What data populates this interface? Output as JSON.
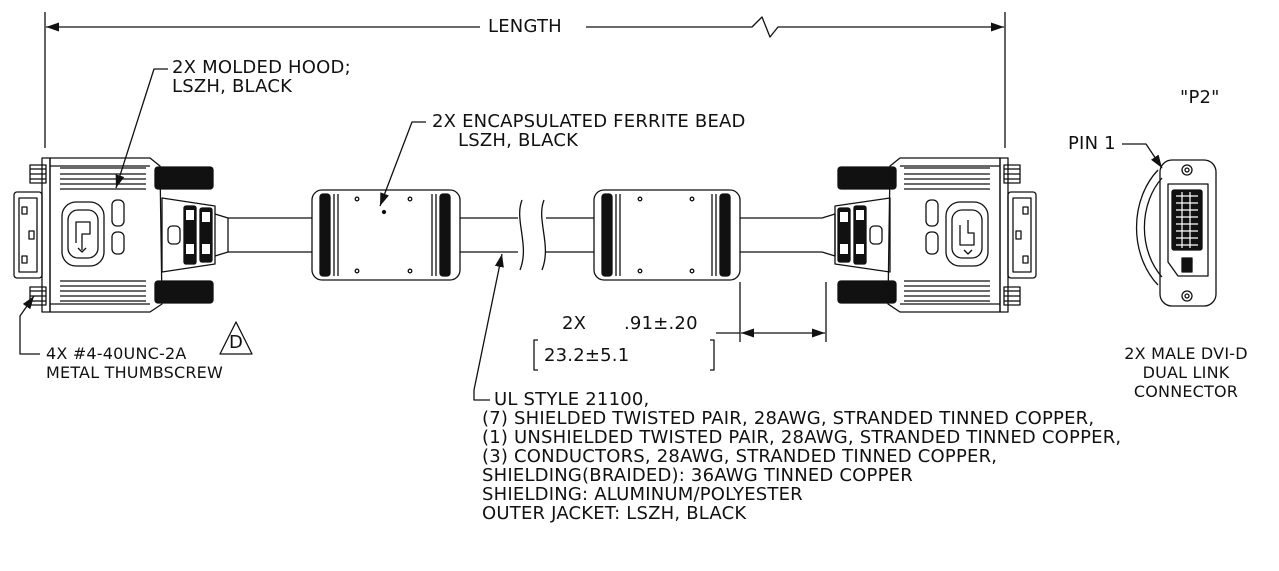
{
  "dimensions": {
    "length_label": "LENGTH",
    "pitch_qty": "2X",
    "pitch_inch": ".91±.20",
    "pitch_mm": "23.2±5.1"
  },
  "callouts": {
    "hood": [
      "2X MOLDED HOOD;",
      "LSZH, BLACK"
    ],
    "ferrite": [
      "2X ENCAPSULATED FERRITE BEAD",
      "LSZH, BLACK"
    ],
    "thumbscrew": [
      "4X #4-40UNC-2A",
      "METAL THUMBSCREW"
    ],
    "revision": "D",
    "cable": [
      "UL STYLE 21100,",
      "(7) SHIELDED TWISTED PAIR, 28AWG, STRANDED TINNED COPPER,",
      "(1) UNSHIELDED  TWISTED PAIR, 28AWG, STRANDED TINNED COPPER,",
      "(3) CONDUCTORS, 28AWG, STRANDED TINNED COPPER,",
      "SHIELDING(BRAIDED): 36AWG TINNED COPPER",
      "SHIELDING: ALUMINUM/POLYESTER",
      "OUTER JACKET: LSZH, BLACK"
    ]
  },
  "end_view": {
    "title": "\"P2\"",
    "pin_label": "PIN 1",
    "description": [
      "2X MALE DVI-D",
      "DUAL LINK",
      "CONNECTOR"
    ]
  }
}
